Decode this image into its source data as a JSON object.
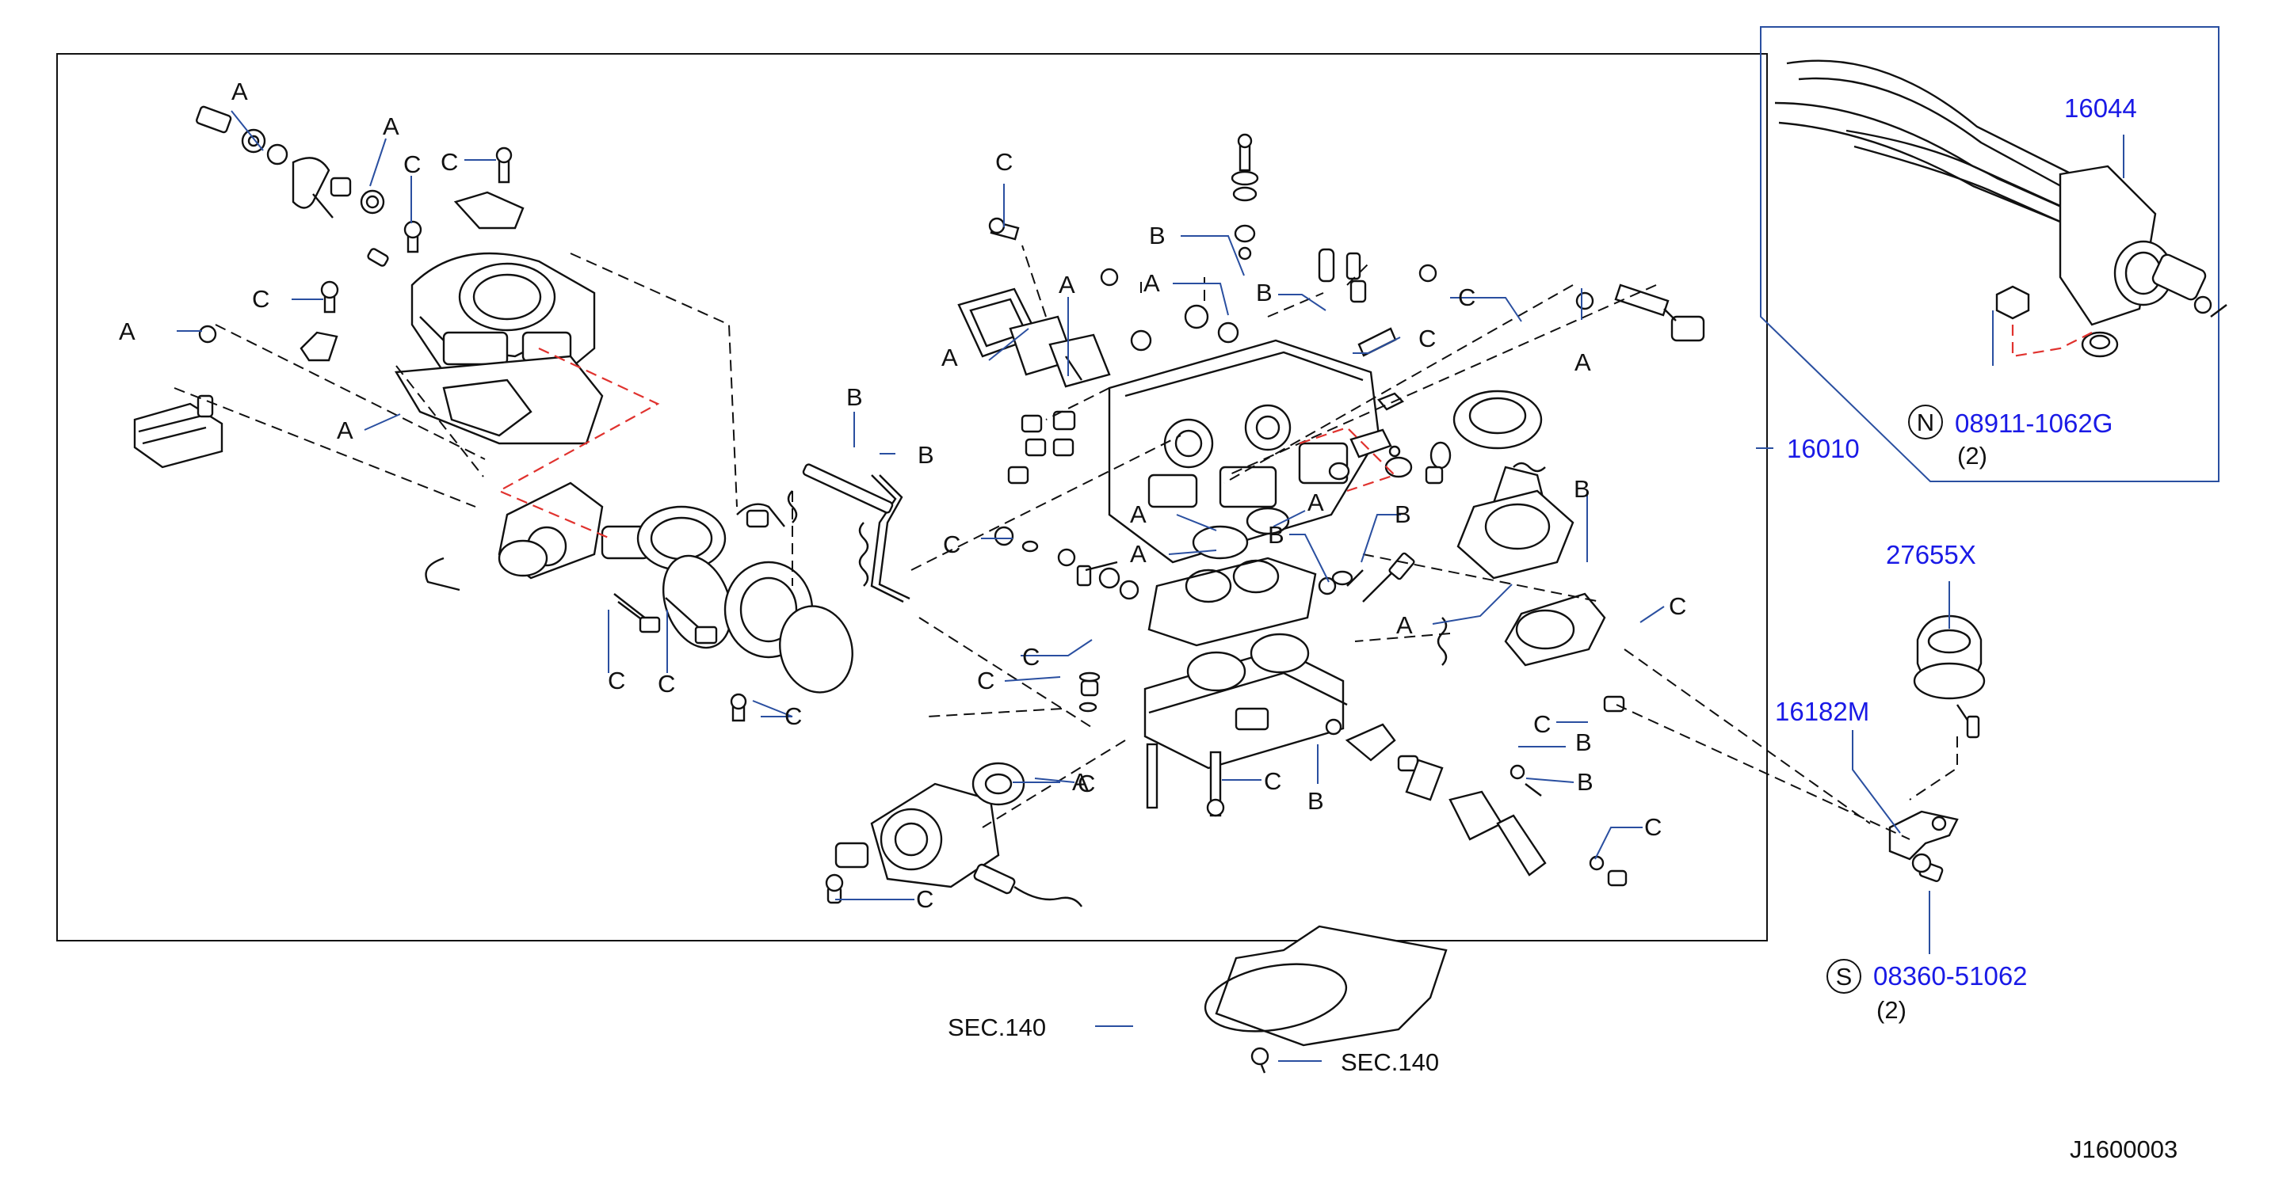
{
  "callouts": {
    "part_16010": "16010",
    "part_16044": "16044",
    "part_08911": "08911-1062G",
    "part_08911_qty": "(2)",
    "part_27655x": "27655X",
    "part_16182m": "16182M",
    "part_08360": "08360-51062",
    "part_08360_qty": "(2)",
    "sec_140_a": "SEC.140",
    "sec_140_b": "SEC.140",
    "symbol_n": "N",
    "symbol_s": "S"
  },
  "letters": {
    "a": "A",
    "b": "B",
    "c": "C"
  },
  "diagram_id": "J1600003"
}
